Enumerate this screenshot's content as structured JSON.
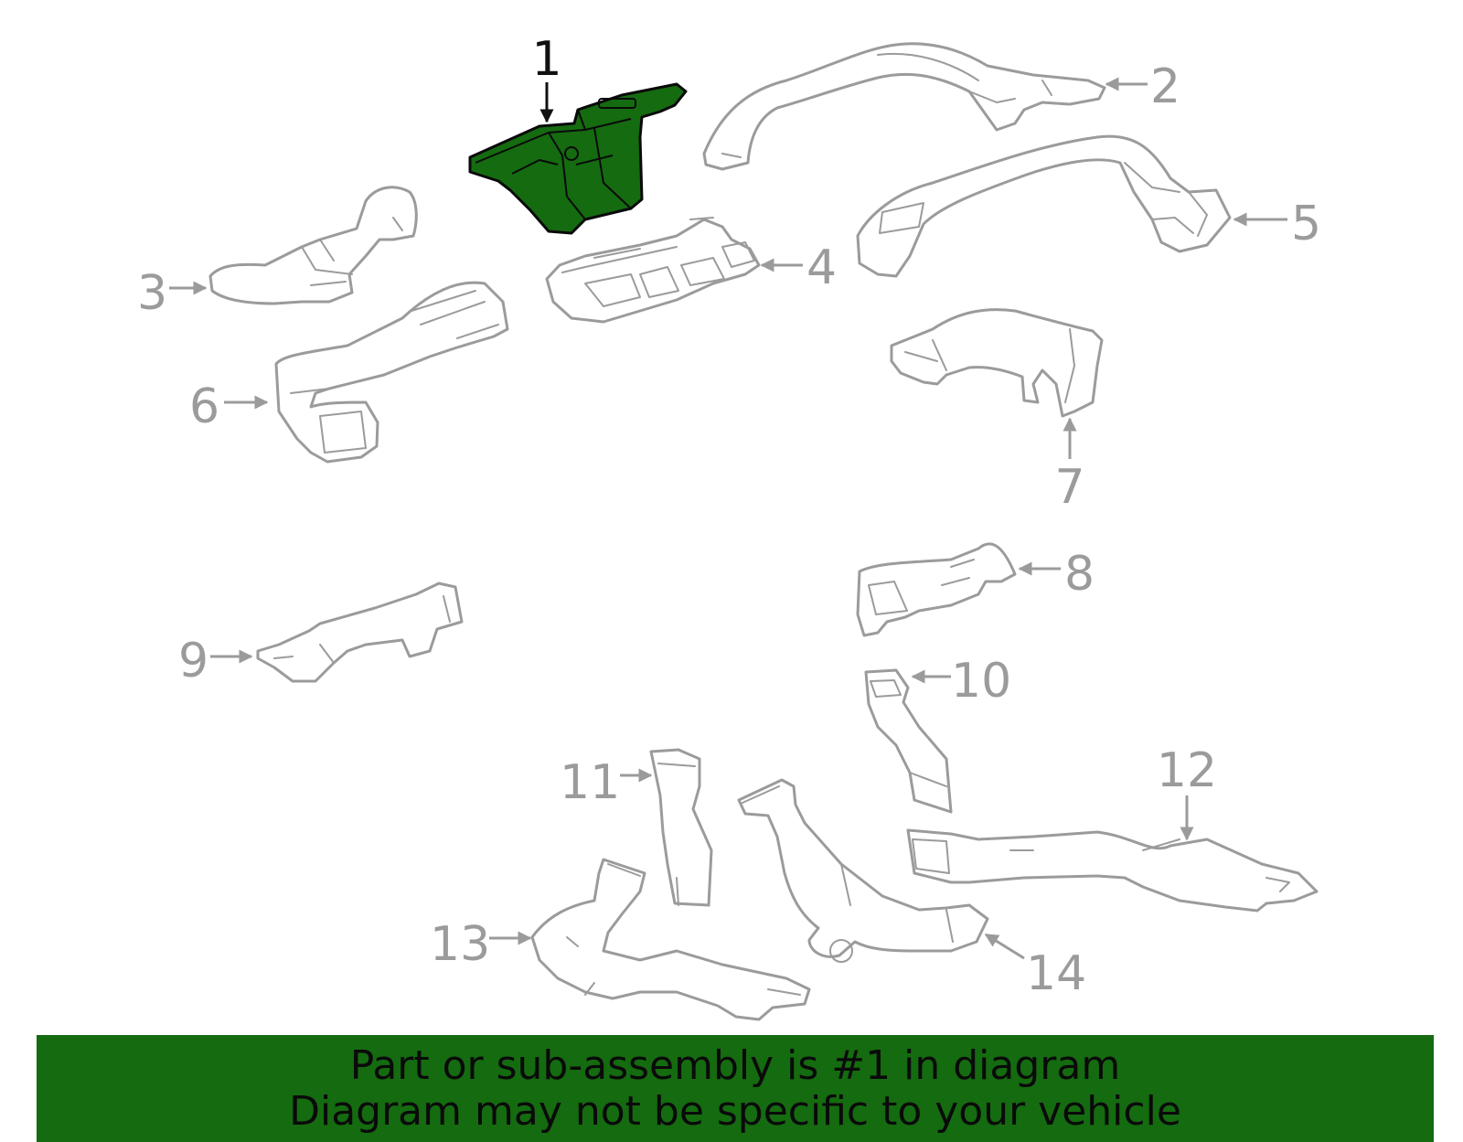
{
  "colors": {
    "highlight_fill": "#156b10",
    "highlight_stroke": "#0a0a0a",
    "part_stroke": "#9b9b9b",
    "banner_background": "#156b10",
    "banner_text": "#0a0a0a"
  },
  "callouts": {
    "c1": "1",
    "c2": "2",
    "c3": "3",
    "c4": "4",
    "c5": "5",
    "c6": "6",
    "c7": "7",
    "c8": "8",
    "c9": "9",
    "c10": "10",
    "c11": "11",
    "c12": "12",
    "c13": "13",
    "c14": "14"
  },
  "highlighted_part": "1",
  "footer": {
    "line1": "Part or sub-assembly is #1 in diagram",
    "line2": "Diagram may not be specific to your vehicle"
  }
}
